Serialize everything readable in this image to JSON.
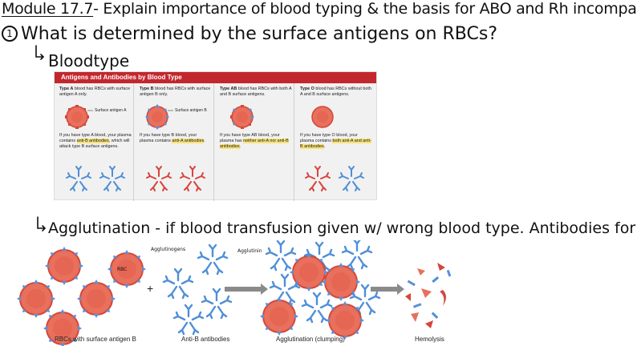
{
  "notes": {
    "title_module": "Module 17.7",
    "title_rest": "- Explain importance of blood typing & the basis for ABO and Rh incompa",
    "question_number": "1",
    "question": "What is determined by the surface antigens on RBCs?",
    "answer": "Bloodtype",
    "agglutination_note": "Agglutination - if blood transfusion given w/ wrong blood type. Antibodies for ar"
  },
  "figure": {
    "header": "Antigens and Antibodies by Blood Type",
    "columns": [
      {
        "type_label": "Type A",
        "head": " blood has RBCs with surface antigen A only.",
        "antigen_label": "Surface antigen A",
        "text_before": "If you have type A blood, your plasma contains ",
        "highlight": "anti-B antibodies",
        "text_after": ", which will attack type B surface antigens."
      },
      {
        "type_label": "Type B",
        "head": " blood has RBCs with surface antigen B only.",
        "antigen_label": "Surface antigen B",
        "text_before": "If you have type B blood, your plasma contains ",
        "highlight": "anti-A antibodies",
        "text_after": "."
      },
      {
        "type_label": "Type AB",
        "head": " blood has RBCs with both A and B surface antigens.",
        "antigen_label": "",
        "text_before": "If you have type AB blood, your plasma has ",
        "highlight": "neither anti-A nor anti-B antibodies",
        "text_after": "."
      },
      {
        "type_label": "Type O",
        "head": " blood has RBCs without both A and B surface antigens.",
        "antigen_label": "",
        "text_before": "If you have type O blood, your plasma contains ",
        "highlight": "both anti-A and anti-B antibodies",
        "text_after": "."
      }
    ]
  },
  "illustration": {
    "rbc_label": "RBC",
    "agglutinogens_label": "Agglutinogens",
    "agglutinin_label": "Agglutinin",
    "plus": "+",
    "captions": [
      "RBCs with surface antigen B",
      "Anti-B antibodies",
      "Agglutination (clumping)",
      "Hemolysis"
    ]
  },
  "colors": {
    "header_red": "#c3272e",
    "rbc_fill": "#e8705c",
    "rbc_edge": "#d3473a",
    "antigen_blue": "#5b8fd8",
    "antibody_blue": "#4f8fd8",
    "antibody_red": "#d9443e",
    "highlight": "#f7e27a"
  }
}
